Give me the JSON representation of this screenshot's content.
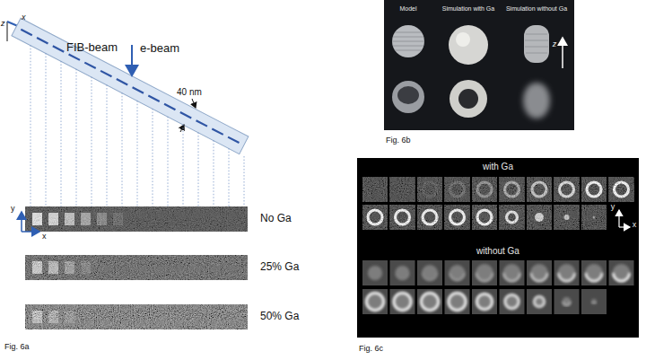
{
  "diagram": {
    "nodes": [
      {
        "text": [
          "Model",
          "Simulation with Ga",
          "Simulation without Ga",
          "z"
        ]
      },
      {
        "text": [
          "with Ga",
          "without Ga",
          "y",
          "x"
        ]
      }
    ],
    "labels": [
      "z",
      "x",
      "FIB-beam",
      "e-beam",
      "40 nm",
      "y",
      "x",
      "No Ga",
      "25% Ga",
      "50% Ga",
      "Fig. 6a",
      "Fig. 6b",
      "Fig. 6c"
    ]
  }
}
